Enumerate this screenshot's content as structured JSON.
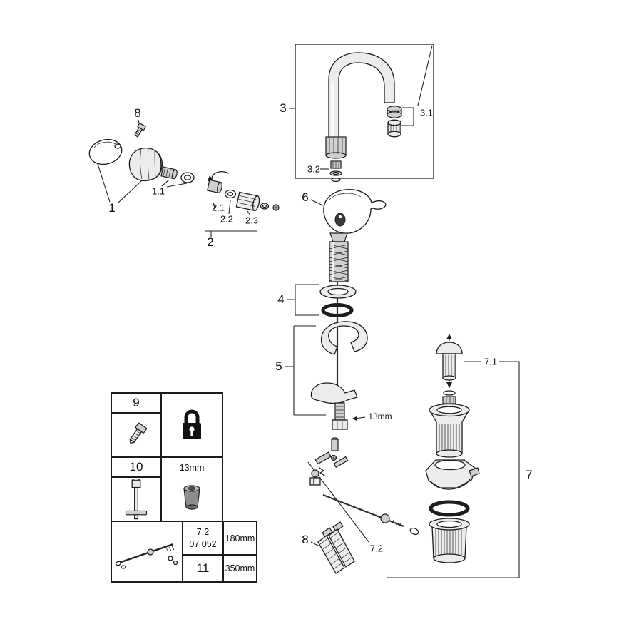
{
  "labels": {
    "part8_top": "8",
    "part1": "1",
    "part1_1": "1.1",
    "part2": "2",
    "part2_1": "2.1",
    "part2_2": "2.2",
    "part2_3": "2.3",
    "part3": "3",
    "part3_1": "3.1",
    "part3_2": "3.2",
    "part4": "4",
    "part5": "5",
    "part6": "6",
    "part7": "7",
    "part7_1": "7.1",
    "part7_2": "7.2",
    "part8_bottom": "8",
    "wrench_size": "13mm"
  },
  "legend_table": {
    "row9": {
      "number": "9"
    },
    "row10": {
      "number": "10",
      "size": "13mm"
    },
    "row11": {
      "number": "11",
      "part_ref": "7.2",
      "order_code": "07 052",
      "length_short": "180mm",
      "length_long": "350mm"
    }
  }
}
